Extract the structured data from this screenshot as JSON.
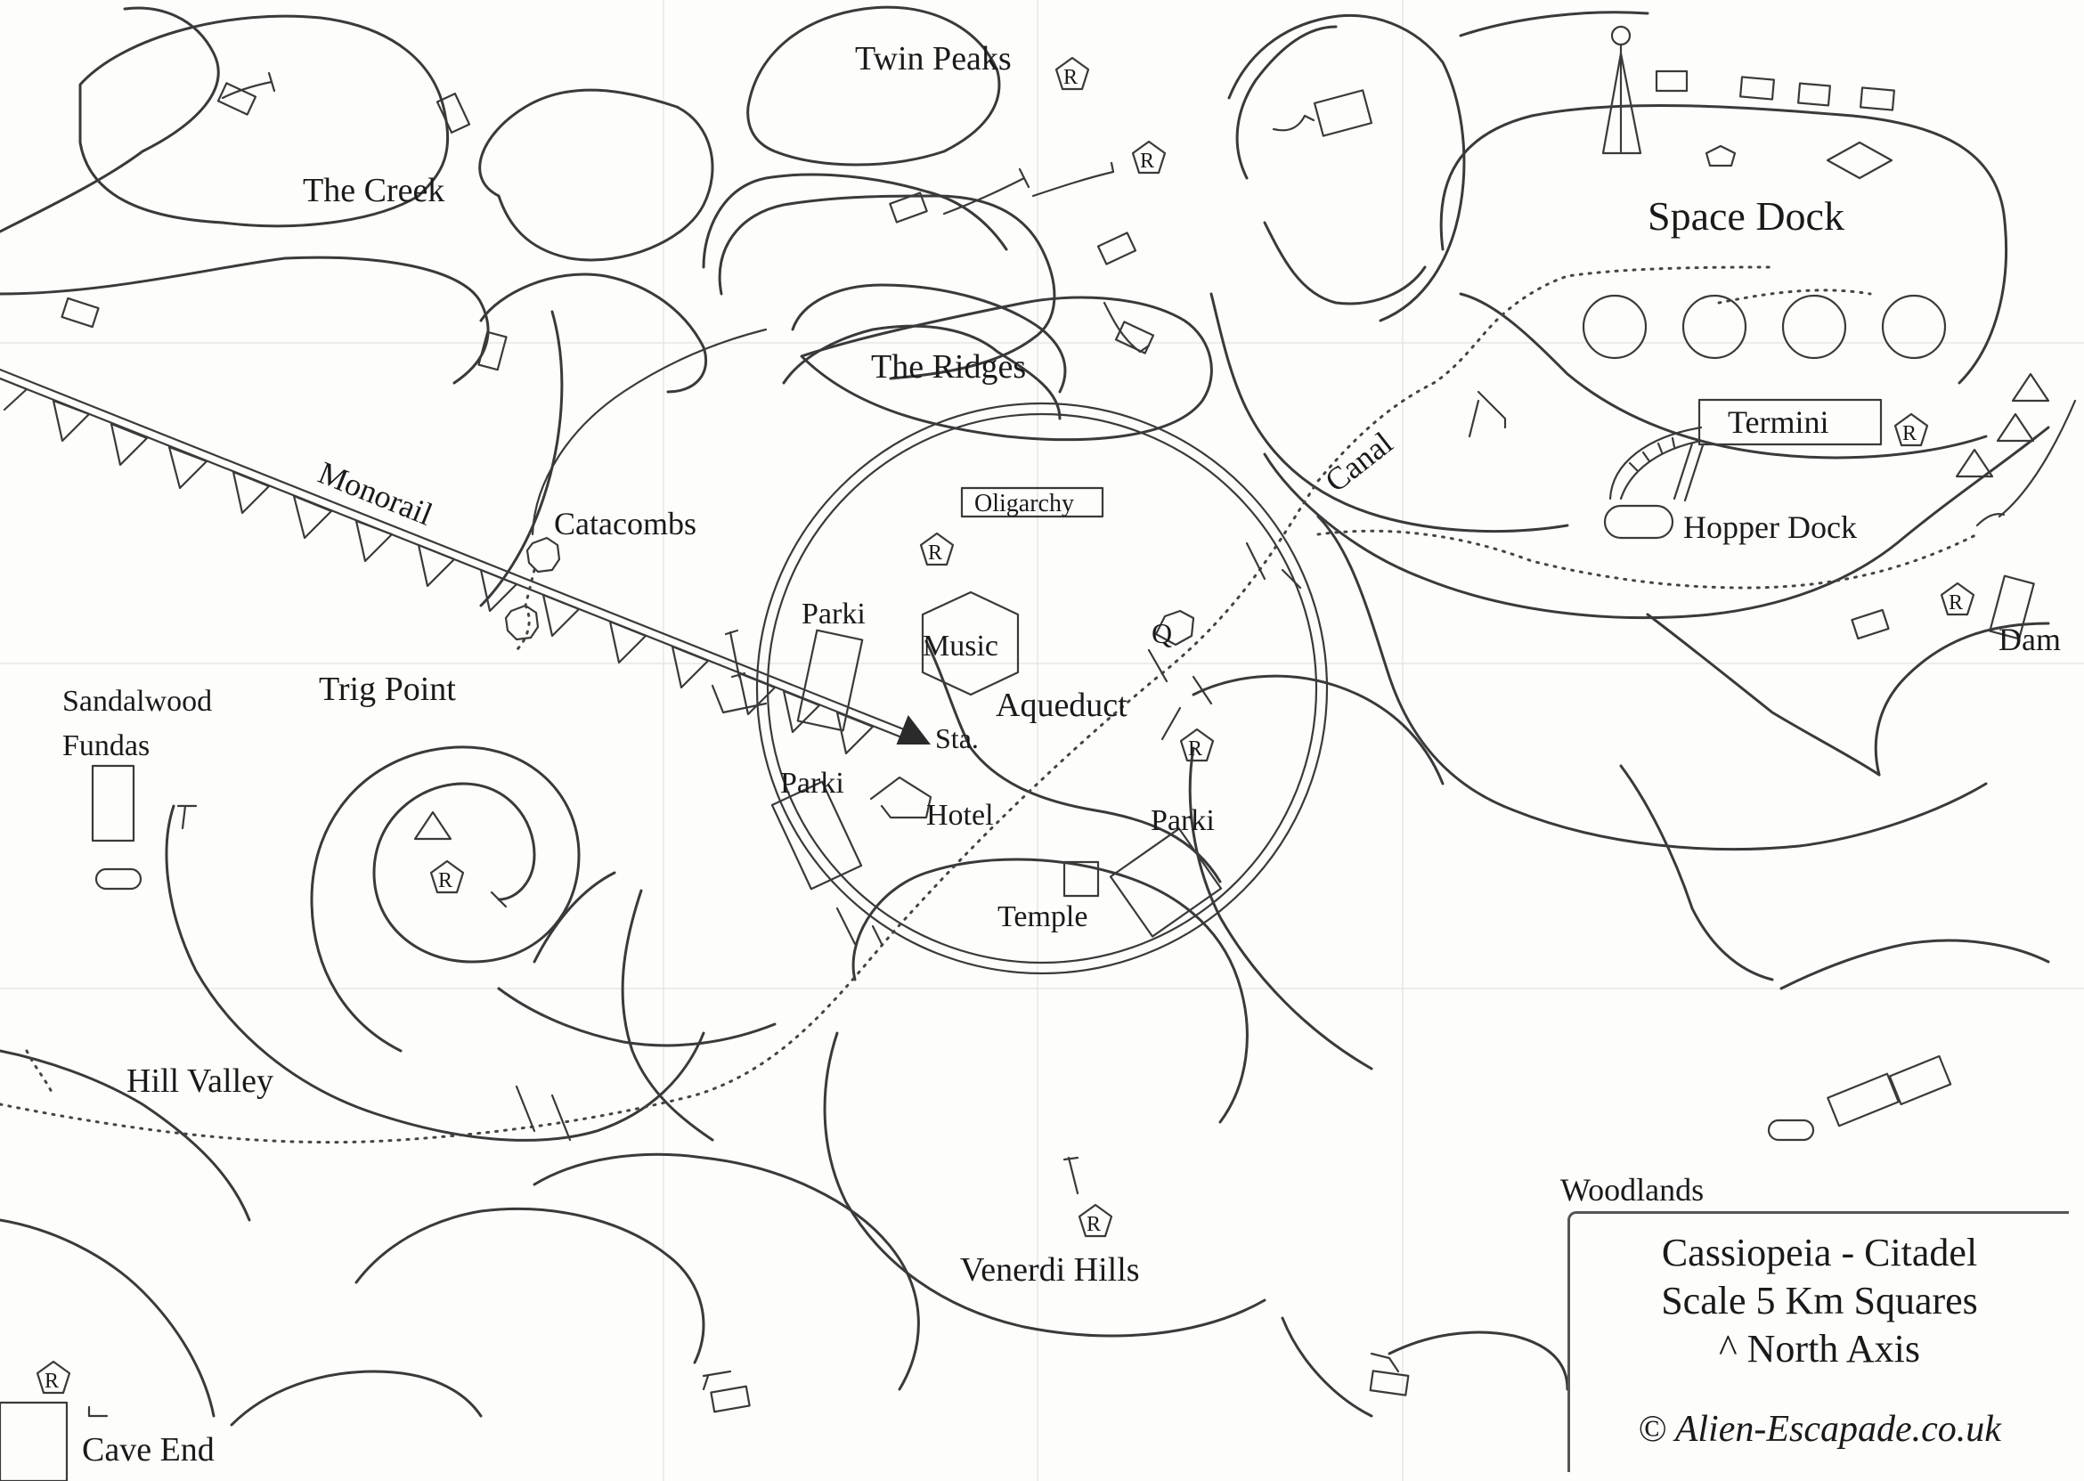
{
  "map": {
    "labels": {
      "twin_peaks": "Twin Peaks",
      "the_creek": "The Creek",
      "the_ridges": "The Ridges",
      "space_dock": "Space Dock",
      "monorail": "Monorail",
      "catacombs": "Catacombs",
      "oligarchy": "Oligarchy",
      "parki_1": "Parki",
      "parki_2": "Parki",
      "parki_3": "Parki",
      "music": "Music",
      "aqueduct": "Aqueduct",
      "sta": "Sta.",
      "hotel": "Hotel",
      "temple": "Temple",
      "canal": "Canal",
      "termini": "Termini",
      "hopper_dock": "Hopper Dock",
      "dam": "Dam",
      "sandalwood": "Sandalwood",
      "fundas": "Fundas",
      "trig_point": "Trig Point",
      "hill_valley": "Hill Valley",
      "venerdi_hills": "Venerdi Hills",
      "woodlands": "Woodlands",
      "cave_end": "Cave End",
      "q_marker": "Q",
      "r_marker": "R"
    },
    "legend": {
      "line1": "Cassiopeia - Citadel",
      "line2": "Scale 5 Km Squares",
      "line3": "^ North Axis",
      "copyright": "© Alien-Escapade.co.uk"
    },
    "colors": {
      "ink": "#3a3a3a",
      "paper": "#fdfdfb",
      "grid": "#e6e6e6"
    },
    "icons": [
      "r-marker-icon",
      "q-marker-icon",
      "triangle-icon",
      "station-icon",
      "tower-icon",
      "building-icon"
    ]
  }
}
